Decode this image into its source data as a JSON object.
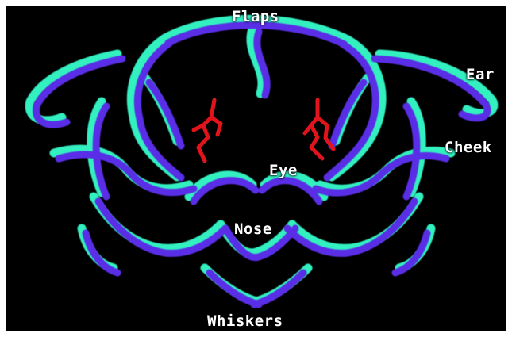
{
  "labels": {
    "flaps": "Flaps",
    "ear": "Ear",
    "cheek": "Cheek",
    "eye": "Eye",
    "nose": "Nose",
    "whiskers": "Whiskers"
  },
  "colors": {
    "background": "#000000",
    "ribbon_a": "#33f0c0",
    "ribbon_b": "#5a2ee6",
    "ligand": "#e0141a",
    "label": "#ffffff"
  }
}
